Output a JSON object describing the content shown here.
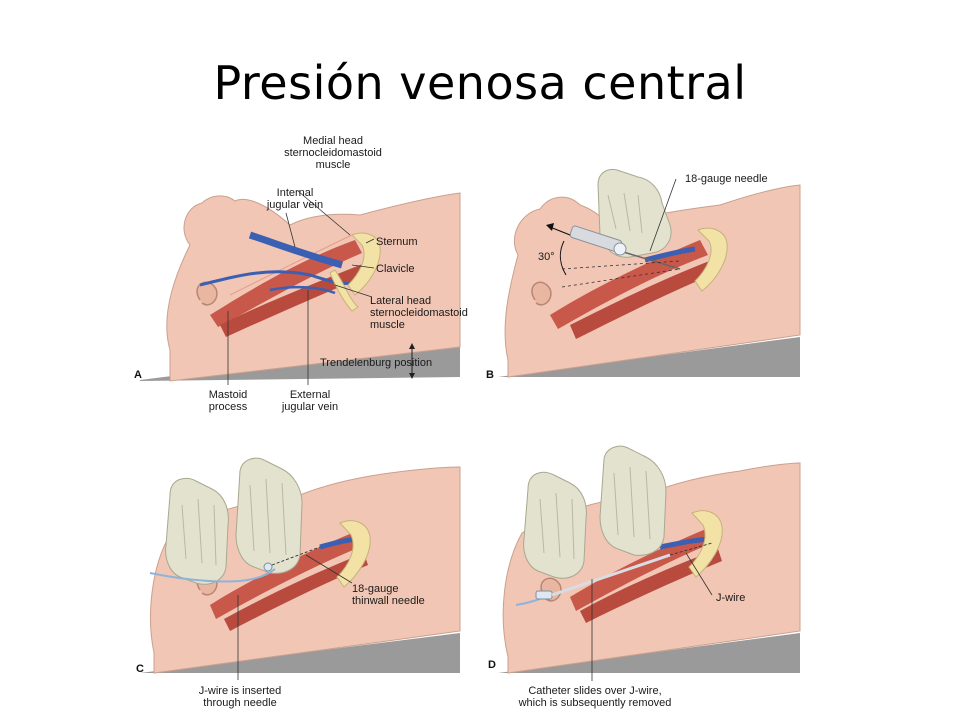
{
  "title": "Presión venosa central",
  "colors": {
    "skin": "#f2c6b4",
    "skin_dark": "#d9a591",
    "muscle": "#c8584a",
    "vein": "#3a5fb3",
    "bone": "#f3e2a6",
    "glove": "#e3e2cf",
    "table": "#9a9a9a"
  },
  "panels": {
    "a": {
      "letter": "A",
      "labels": {
        "medial_head": [
          "Medial head",
          "sternocleidomastoid",
          "muscle"
        ],
        "internal_jugular": [
          "Internal",
          "jugular vein"
        ],
        "sternum": "Sternum",
        "clavicle": "Clavicle",
        "lateral_head": [
          "Lateral head",
          "sternocleidomastoid",
          "muscle"
        ],
        "trendelenburg": "Trendelenburg position",
        "mastoid": [
          "Mastoid",
          "process"
        ],
        "external_jugular": [
          "External",
          "jugular vein"
        ]
      }
    },
    "b": {
      "letter": "B",
      "labels": {
        "needle": "18-gauge needle",
        "angle": "30°"
      }
    },
    "c": {
      "letter": "C",
      "labels": {
        "thinwall": [
          "18-gauge",
          "thinwall needle"
        ],
        "jwire_inserted": [
          "J-wire is inserted",
          "through needle"
        ]
      }
    },
    "d": {
      "letter": "D",
      "labels": {
        "jwire": "J-wire",
        "catheter": [
          "Catheter slides over J-wire,",
          "which is subsequently removed"
        ]
      }
    }
  }
}
